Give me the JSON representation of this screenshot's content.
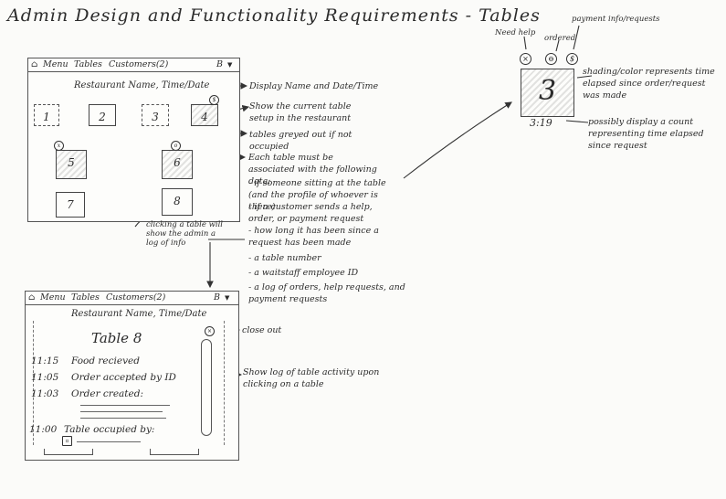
{
  "title": "Admin Design and Functionality Requirements - Tables",
  "mockup1": {
    "nav": {
      "menu": "Menu",
      "tables": "Tables",
      "customers": "Customers(2)",
      "user": "B"
    },
    "subtitle": "Restaurant Name, Time/Date",
    "tables": [
      {
        "label": "1",
        "style": "dashed"
      },
      {
        "label": "2",
        "style": "solid"
      },
      {
        "label": "3",
        "style": "dashed"
      },
      {
        "label": "4",
        "style": "shaded",
        "badge": "$"
      },
      {
        "label": "5",
        "style": "shaded",
        "badge": "x"
      },
      {
        "label": "6",
        "style": "shaded",
        "badge": "o"
      },
      {
        "label": "7",
        "style": "solid"
      },
      {
        "label": "8",
        "style": "solid"
      }
    ],
    "click_note": "clicking a table will show the admin a log of info"
  },
  "annotations": {
    "display": "Display Name and Date/Time",
    "show_setup": "Show the current table setup in the restaurant",
    "greyed": "tables greyed out if not occupied",
    "assoc_intro": "Each table must be associated with the following data:",
    "assoc_items": [
      "- if someone sitting at the table (and the profile of whoever is there)",
      "- if a customer sends a help, order, or payment request",
      "- how long it has been since a request has been made",
      "- a table number",
      "- a waitstaff employee ID",
      "- a log of orders, help requests, and payment requests"
    ]
  },
  "mockup2": {
    "nav": {
      "menu": "Menu",
      "tables": "Tables",
      "customers": "Customers(2)",
      "user": "B"
    },
    "subtitle": "Restaurant Name, Time/Date",
    "table_title": "Table 8",
    "log": [
      {
        "time": "11:15",
        "text": "Food recieved"
      },
      {
        "time": "11:05",
        "text": "Order accepted by ID"
      },
      {
        "time": "11:03",
        "text": "Order created:"
      },
      {
        "time": "11:00",
        "text": "Table occupied by:"
      }
    ],
    "close_note": "close out",
    "log_note": "Show log of table activity upon clicking on a table"
  },
  "detail": {
    "need_help": "Need help",
    "ordered": "ordered",
    "payment": "payment info/requests",
    "table_number": "3",
    "time": "3:19",
    "shading_note": "shading/color represents time elapsed since order/request was made",
    "count_note": "possibly display a count representing time elapsed since request"
  }
}
